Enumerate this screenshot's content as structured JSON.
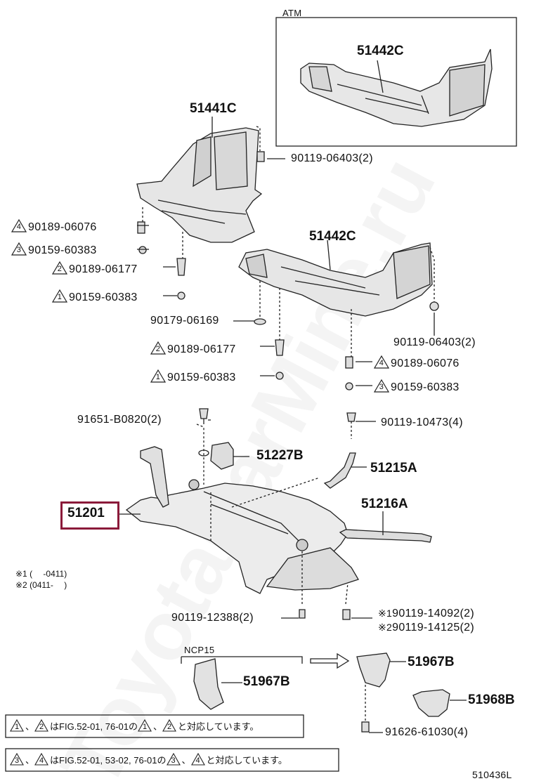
{
  "atm_label": "ATM",
  "watermark": "ToyotaCarMine.ru",
  "diagram_id": "510436L",
  "part_labels": {
    "p51442c_atm": "51442C",
    "p51441c": "51441C",
    "p51442c": "51442C",
    "p51227b": "51227B",
    "p51215a": "51215A",
    "p51216a": "51216A",
    "p51201": "51201",
    "p51967b_a": "51967B",
    "p51967b_b": "51967B",
    "p51968b": "51968B",
    "ncp15": "NCP15"
  },
  "fasteners": {
    "f1": {
      "mark": "",
      "text": "90119-06403(2)"
    },
    "f2": {
      "mark": "4",
      "text": "90189-06076"
    },
    "f3": {
      "mark": "3",
      "text": "90159-60383"
    },
    "f4": {
      "mark": "2",
      "text": "90189-06177"
    },
    "f5": {
      "mark": "1",
      "text": "90159-60383"
    },
    "f6": {
      "mark": "",
      "text": "90179-06169"
    },
    "f7": {
      "mark": "2",
      "text": "90189-06177"
    },
    "f8": {
      "mark": "1",
      "text": "90159-60383"
    },
    "f9": {
      "mark": "",
      "text": "90119-06403(2)"
    },
    "f10": {
      "mark": "4",
      "text": "90189-06076"
    },
    "f11": {
      "mark": "3",
      "text": "90159-60383"
    },
    "f12": {
      "mark": "",
      "text": "91651-B0820(2)"
    },
    "f13": {
      "mark": "",
      "text": "90119-10473(4)"
    },
    "f14": {
      "mark": "",
      "text": "90119-12388(2)"
    },
    "f15": {
      "mark": "※1",
      "text": "90119-14092(2)"
    },
    "f16": {
      "mark": "※2",
      "text": "90119-14125(2)"
    },
    "f17": {
      "mark": "",
      "text": "91626-61030(4)"
    }
  },
  "notes": {
    "n1": "※1 (　 -0411)",
    "n2": "※2 (0411-　 )"
  },
  "footnotes": {
    "a1": "1",
    "a2": "2",
    "a_text1": "はFIG.52-01, 76-01の",
    "a3": "1",
    "a4": "2",
    "a_text2": "と対応しています。",
    "a_sep": "、",
    "b1": "3",
    "b2": "4",
    "b_text1": "はFIG.52-01, 53-02, 76-01の",
    "b3": "3",
    "b4": "4",
    "b_text2": "と対応しています。",
    "b_sep": "、"
  }
}
